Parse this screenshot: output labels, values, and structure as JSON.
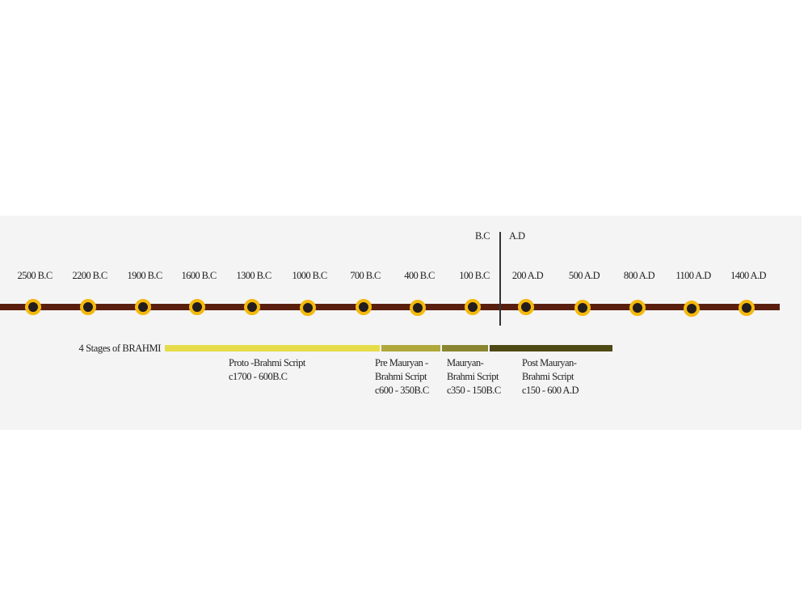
{
  "timeline": {
    "era_bc": "B.C",
    "era_ad": "A.D",
    "ticks": [
      "2500 B.C",
      "2200 B.C",
      "1900 B.C",
      "1600 B.C",
      "1300 B.C",
      "1000 B.C",
      "700 B.C",
      "400 B.C",
      "100 B.C",
      "200 A.D",
      "500 A.D",
      "800 A.D",
      "1100 A.D",
      "1400 A.D"
    ],
    "colors": {
      "axis": "#5a1e0e",
      "dot_ring": "#f4b90c",
      "dot_core": "#241d1d"
    }
  },
  "stages": {
    "title": "4 Stages of BRAHMI",
    "items": [
      {
        "lines": [
          "Proto -Brahmi Script",
          "c1700 - 600B.C"
        ],
        "color": "#e6dc4a"
      },
      {
        "lines": [
          "Pre Mauryan -",
          "Brahmi Script",
          "c600 - 350B.C"
        ],
        "color": "#b0a83a"
      },
      {
        "lines": [
          "Mauryan-",
          "Brahmi Script",
          "c350 - 150B.C"
        ],
        "color": "#8a8530"
      },
      {
        "lines": [
          "Post Mauryan-",
          "Brahmi Script",
          "c150 - 600 A.D"
        ],
        "color": "#4e4a15"
      }
    ]
  }
}
